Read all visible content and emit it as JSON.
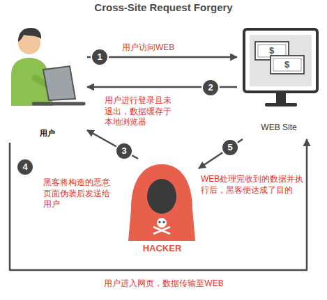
{
  "diagram": {
    "title": "Cross-Site Request Forgery",
    "nodes": [
      {
        "text": [
          "用户"
        ]
      },
      {
        "text": [
          "WEB Site"
        ]
      },
      {
        "text": [
          "HACKER"
        ]
      }
    ],
    "edges": [
      {
        "from": 0,
        "to": 1,
        "arrow": "to",
        "label": "用户访问WEB"
      },
      {
        "from": 1,
        "to": 0,
        "arrow": "to",
        "label": "用户进行登录且未退出，数据缓存于本地浏览器"
      },
      {
        "from": 2,
        "to": 0,
        "arrow": "to",
        "label": "黑客将构造的恶意页面伪装后发送给用户"
      },
      {
        "from": 0,
        "to": 1,
        "arrow": "to",
        "label": "用户进入网页，数据传输至WEB"
      },
      {
        "from": 1,
        "to": 2,
        "arrow": "to",
        "label": "WEB处理完收到的数据并执行后，黑客便达成了目的"
      }
    ],
    "labels": [
      "1",
      "2",
      "3",
      "4",
      "5",
      "$",
      "$"
    ]
  }
}
